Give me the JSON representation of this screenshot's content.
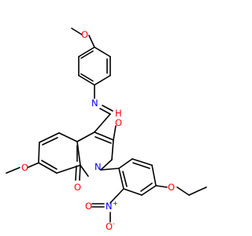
{
  "molecule": {
    "atoms": [
      {
        "id": "O_top",
        "label": "O",
        "color": "#ff0000"
      },
      {
        "id": "N_imine",
        "label": "N",
        "color": "#0000ff"
      },
      {
        "id": "O_hydroxyl",
        "label": "O",
        "color": "#ff0000"
      },
      {
        "id": "H_hydroxyl",
        "label": "H",
        "color": "#ff0000"
      },
      {
        "id": "O_methoxy_left",
        "label": "O",
        "color": "#ff0000"
      },
      {
        "id": "N_ring",
        "label": "N",
        "color": "#0000ff"
      },
      {
        "id": "O_carbonyl",
        "label": "O",
        "color": "#ff0000"
      },
      {
        "id": "O_ethoxy",
        "label": "O",
        "color": "#ff0000"
      },
      {
        "id": "N_nitro",
        "label": "N",
        "color": "#0000ff"
      },
      {
        "id": "N_nitro_charge",
        "label": "+",
        "color": "#0000ff"
      },
      {
        "id": "O_nitro_a",
        "label": "O",
        "color": "#ff0000"
      },
      {
        "id": "O_nitro_b",
        "label": "O",
        "color": "#ff0000"
      },
      {
        "id": "O_nitro_b_charge",
        "label": "-",
        "color": "#ff0000"
      }
    ]
  }
}
